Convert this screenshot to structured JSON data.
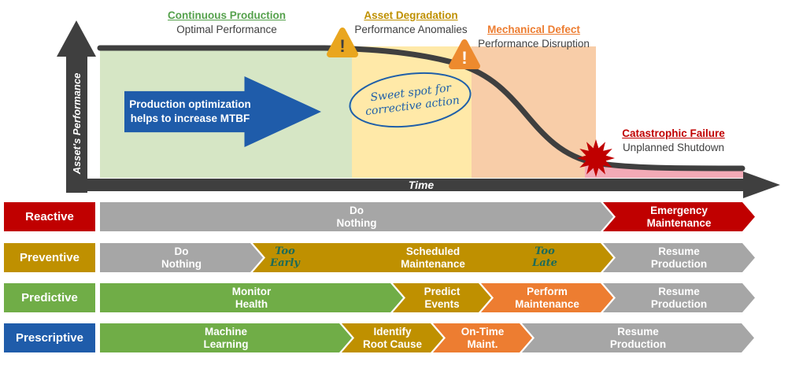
{
  "palette": {
    "gray": "#a6a6a6",
    "red": "#c00000",
    "gold": "#bf9000",
    "green": "#70ad47",
    "orange": "#ed7d31",
    "blue": "#1f5caa",
    "dark": "#404040"
  },
  "chart": {
    "y_axis_label": "Asset's Performance",
    "x_axis_label": "Time",
    "warning_glyph": "!",
    "zones": [
      {
        "title": "Continuous Production",
        "subtitle": "Optimal Performance",
        "title_color": "#55a14c"
      },
      {
        "title": "Asset Degradation",
        "subtitle": "Performance Anomalies",
        "title_color": "#bf9000"
      },
      {
        "title": "Mechanical Defect",
        "subtitle": "Performance Disruption",
        "title_color": "#ed7d31"
      },
      {
        "title": "Catastrophic Failure",
        "subtitle": "Unplanned Shutdown",
        "title_color": "#c00000"
      }
    ],
    "production_arrow_text": "Production optimization\nhelps to increase MTBF",
    "sweet_spot_text": "Sweet spot for\ncorrective action"
  },
  "strategy_rows": [
    {
      "label": "Reactive",
      "label_color": "#c00000",
      "segments": [
        {
          "text": "Do\nNothing",
          "color": "#a6a6a6"
        },
        {
          "text": "Emergency\nMaintenance",
          "color": "#c00000"
        }
      ]
    },
    {
      "label": "Preventive",
      "label_color": "#bf9000",
      "annotations": {
        "too_early": "Too\nEarly",
        "too_late": "Too\nLate"
      },
      "segments": [
        {
          "text": "Do\nNothing",
          "color": "#a6a6a6"
        },
        {
          "text": "Scheduled\nMaintenance",
          "color": "#bf9000"
        },
        {
          "text": "Resume\nProduction",
          "color": "#a6a6a6"
        }
      ]
    },
    {
      "label": "Predictive",
      "label_color": "#70ad47",
      "segments": [
        {
          "text": "Monitor\nHealth",
          "color": "#70ad47"
        },
        {
          "text": "Predict\nEvents",
          "color": "#bf9000"
        },
        {
          "text": "Perform\nMaintenance",
          "color": "#ed7d31"
        },
        {
          "text": "Resume\nProduction",
          "color": "#a6a6a6"
        }
      ]
    },
    {
      "label": "Prescriptive",
      "label_color": "#1f5caa",
      "segments": [
        {
          "text": "Machine\nLearning",
          "color": "#70ad47"
        },
        {
          "text": "Identify\nRoot Cause",
          "color": "#bf9000"
        },
        {
          "text": "On-Time\nMaint.",
          "color": "#ed7d31"
        },
        {
          "text": "Resume\nProduction",
          "color": "#a6a6a6"
        }
      ]
    }
  ]
}
